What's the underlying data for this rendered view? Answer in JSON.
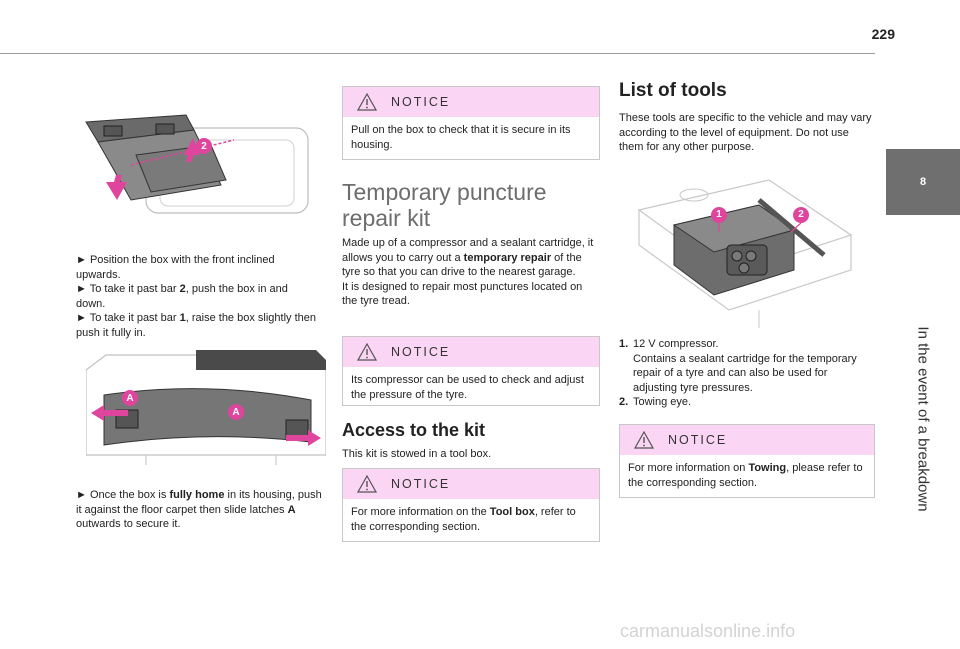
{
  "page": {
    "number": "229"
  },
  "side_tab": {
    "chapter_number": "8",
    "chapter_label": "In the event of a breakdown"
  },
  "col1": {
    "step1": "► Position the box with the front inclined upwards.",
    "step2_pre": "► To take it past bar ",
    "step2_bold": "2",
    "step2_post": ", push the box in and down.",
    "step3_pre": "► To take it past bar ",
    "step3_bold": "1",
    "step3_post": ", raise the box slightly then push it fully in.",
    "step4_pre": "► Once the box is ",
    "step4_bold": "fully home",
    "step4_mid": " in its housing, push it against the floor carpet then slide latches ",
    "step4_bold2": "A",
    "step4_post": " outwards to secure it.",
    "fig1_label": "2",
    "fig2_label_a": "A",
    "fig2_label_b": "A"
  },
  "col2": {
    "notice1_title": "NOTICE",
    "notice1_body": "Pull on the box to check that it is secure in its housing.",
    "heading": "Temporary puncture repair kit",
    "intro_pre": "Made up of a compressor and a sealant cartridge, it allows you to carry out a ",
    "intro_bold": "temporary repair",
    "intro_post": " of the tyre so that you can drive to the nearest garage.",
    "intro2": "It is designed to repair most punctures located on the tyre tread.",
    "notice2_title": "NOTICE",
    "notice2_body": "Its compressor can be used to check and adjust the pressure of the tyre.",
    "access_heading": "Access to the kit",
    "access_text": "This kit is stowed in a tool box.",
    "notice3_title": "NOTICE",
    "notice3_pre": "For more information on the ",
    "notice3_bold": "Tool box",
    "notice3_post": ", refer to the corresponding section."
  },
  "col3": {
    "heading": "List of tools",
    "intro": "These tools are specific to the vehicle and may vary according to the level of equipment. Do not use them for any other purpose.",
    "fig_label1": "1",
    "fig_label2": "2",
    "items": [
      {
        "num": "1.",
        "title": "12 V compressor.",
        "desc": "Contains a sealant cartridge for the temporary repair of a tyre and can also be used for adjusting tyre pressures."
      },
      {
        "num": "2.",
        "title": "Towing eye.",
        "desc": ""
      }
    ],
    "notice_title": "NOTICE",
    "notice_pre": "For more information on ",
    "notice_bold": "Towing",
    "notice_post": ", please refer to the corresponding section."
  },
  "watermark": "carmanualsonline.info",
  "colors": {
    "notice_bg": "#fbd5f4",
    "callout": "#e0459e",
    "tab": "#6f6f6f"
  }
}
